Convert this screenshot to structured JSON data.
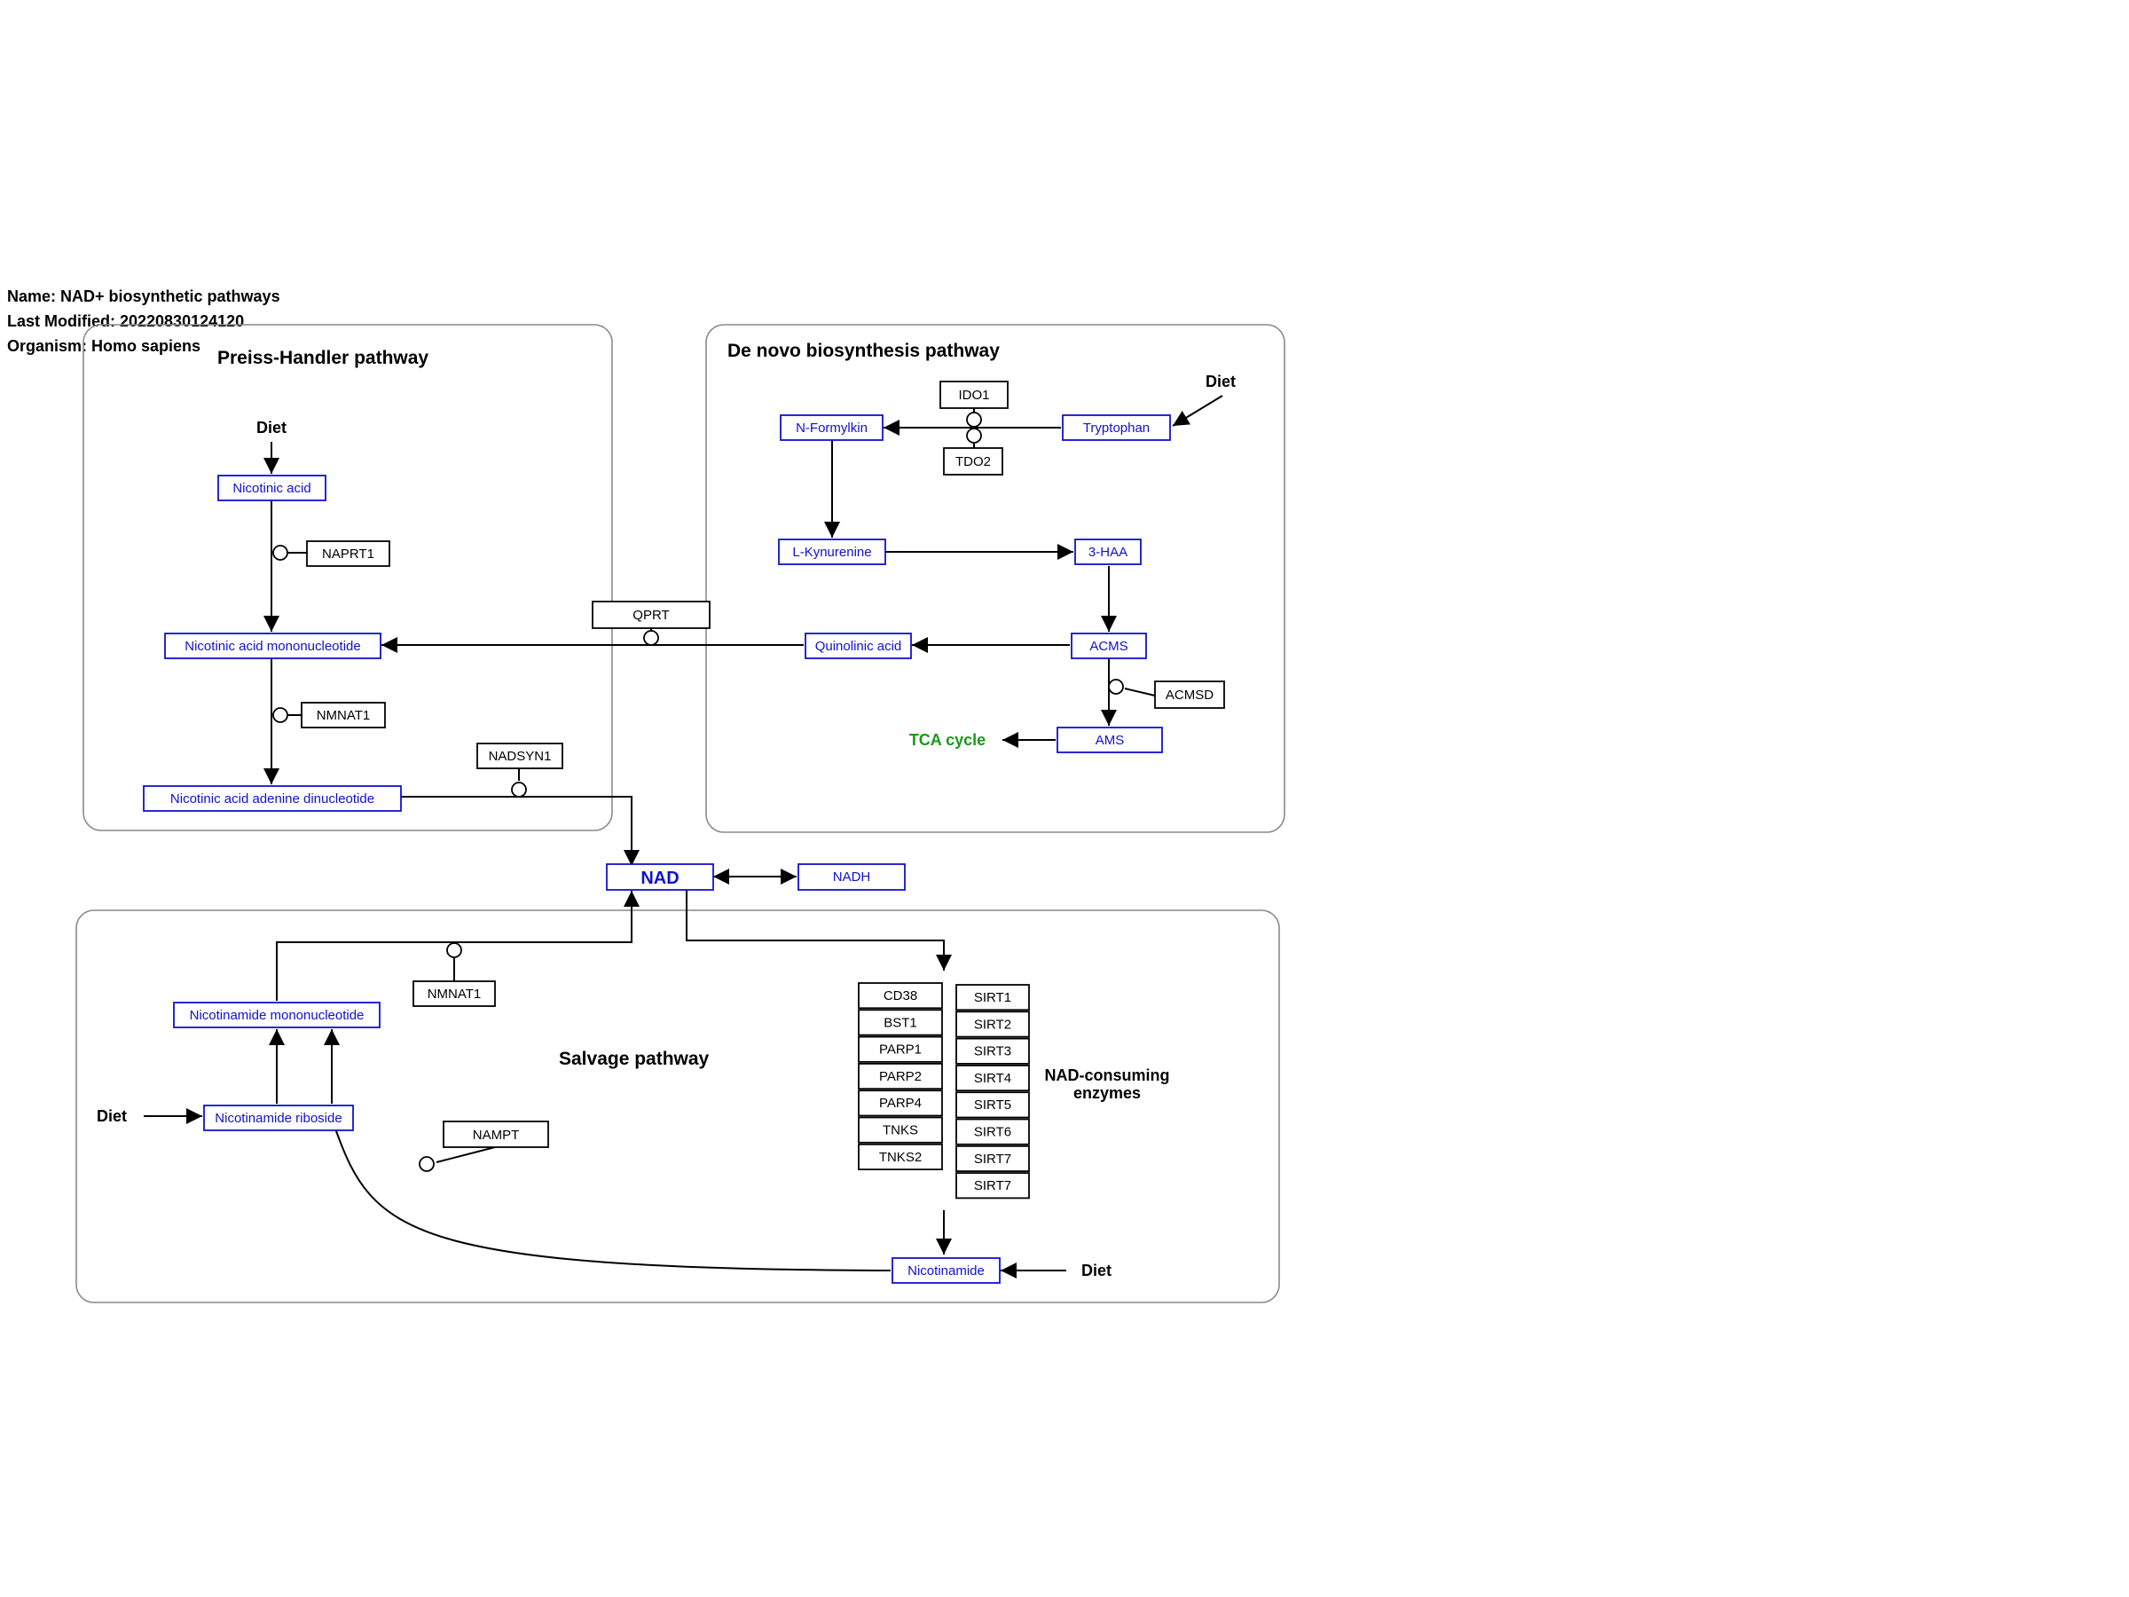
{
  "header": {
    "name": "Name: NAD+ biosynthetic pathways",
    "modified": "Last Modified: 20220830124120",
    "organism": "Organism: Homo sapiens"
  },
  "groups": {
    "preiss": "Preiss-Handler pathway",
    "denovo": "De novo biosynthesis pathway",
    "salvage": "Salvage pathway"
  },
  "metabolites": {
    "nicotinic_acid": "Nicotinic acid",
    "namn": "Nicotinic acid mononucleotide",
    "naad": "Nicotinic acid adenine dinucleotide",
    "nformylkin": "N-Formylkin",
    "tryptophan": "Tryptophan",
    "lkynurenine": "L-Kynurenine",
    "haa": "3-HAA",
    "quinolinic": "Quinolinic acid",
    "acms": "ACMS",
    "ams": "AMS",
    "nad": "NAD",
    "nadh": "NADH",
    "nmn": "Nicotinamide mononucleotide",
    "nr": "Nicotinamide riboside",
    "nicotinamide": "Nicotinamide"
  },
  "genes": {
    "naprt1": "NAPRT1",
    "nmnat1_top": "NMNAT1",
    "nadsyn1": "NADSYN1",
    "qprt": "QPRT",
    "ido1": "IDO1",
    "tdo2": "TDO2",
    "acmsd": "ACMSD",
    "nmnat1_bottom": "NMNAT1",
    "nampt": "NAMPT"
  },
  "labels": {
    "diet_preiss": "Diet",
    "diet_denovo": "Diet",
    "diet_nr": "Diet",
    "diet_nam": "Diet",
    "tca": "TCA cycle",
    "consuming_1": "NAD-consuming",
    "consuming_2": "enzymes"
  },
  "colors": {
    "metabolite": "#1010d0",
    "tca": "#1a9a1a"
  },
  "consuming_left": [
    "CD38",
    "BST1",
    "PARP1",
    "PARP2",
    "PARP4",
    "TNKS",
    "TNKS2"
  ],
  "consuming_right": [
    "SIRT1",
    "SIRT2",
    "SIRT3",
    "SIRT4",
    "SIRT5",
    "SIRT6",
    "SIRT7",
    "SIRT7"
  ]
}
